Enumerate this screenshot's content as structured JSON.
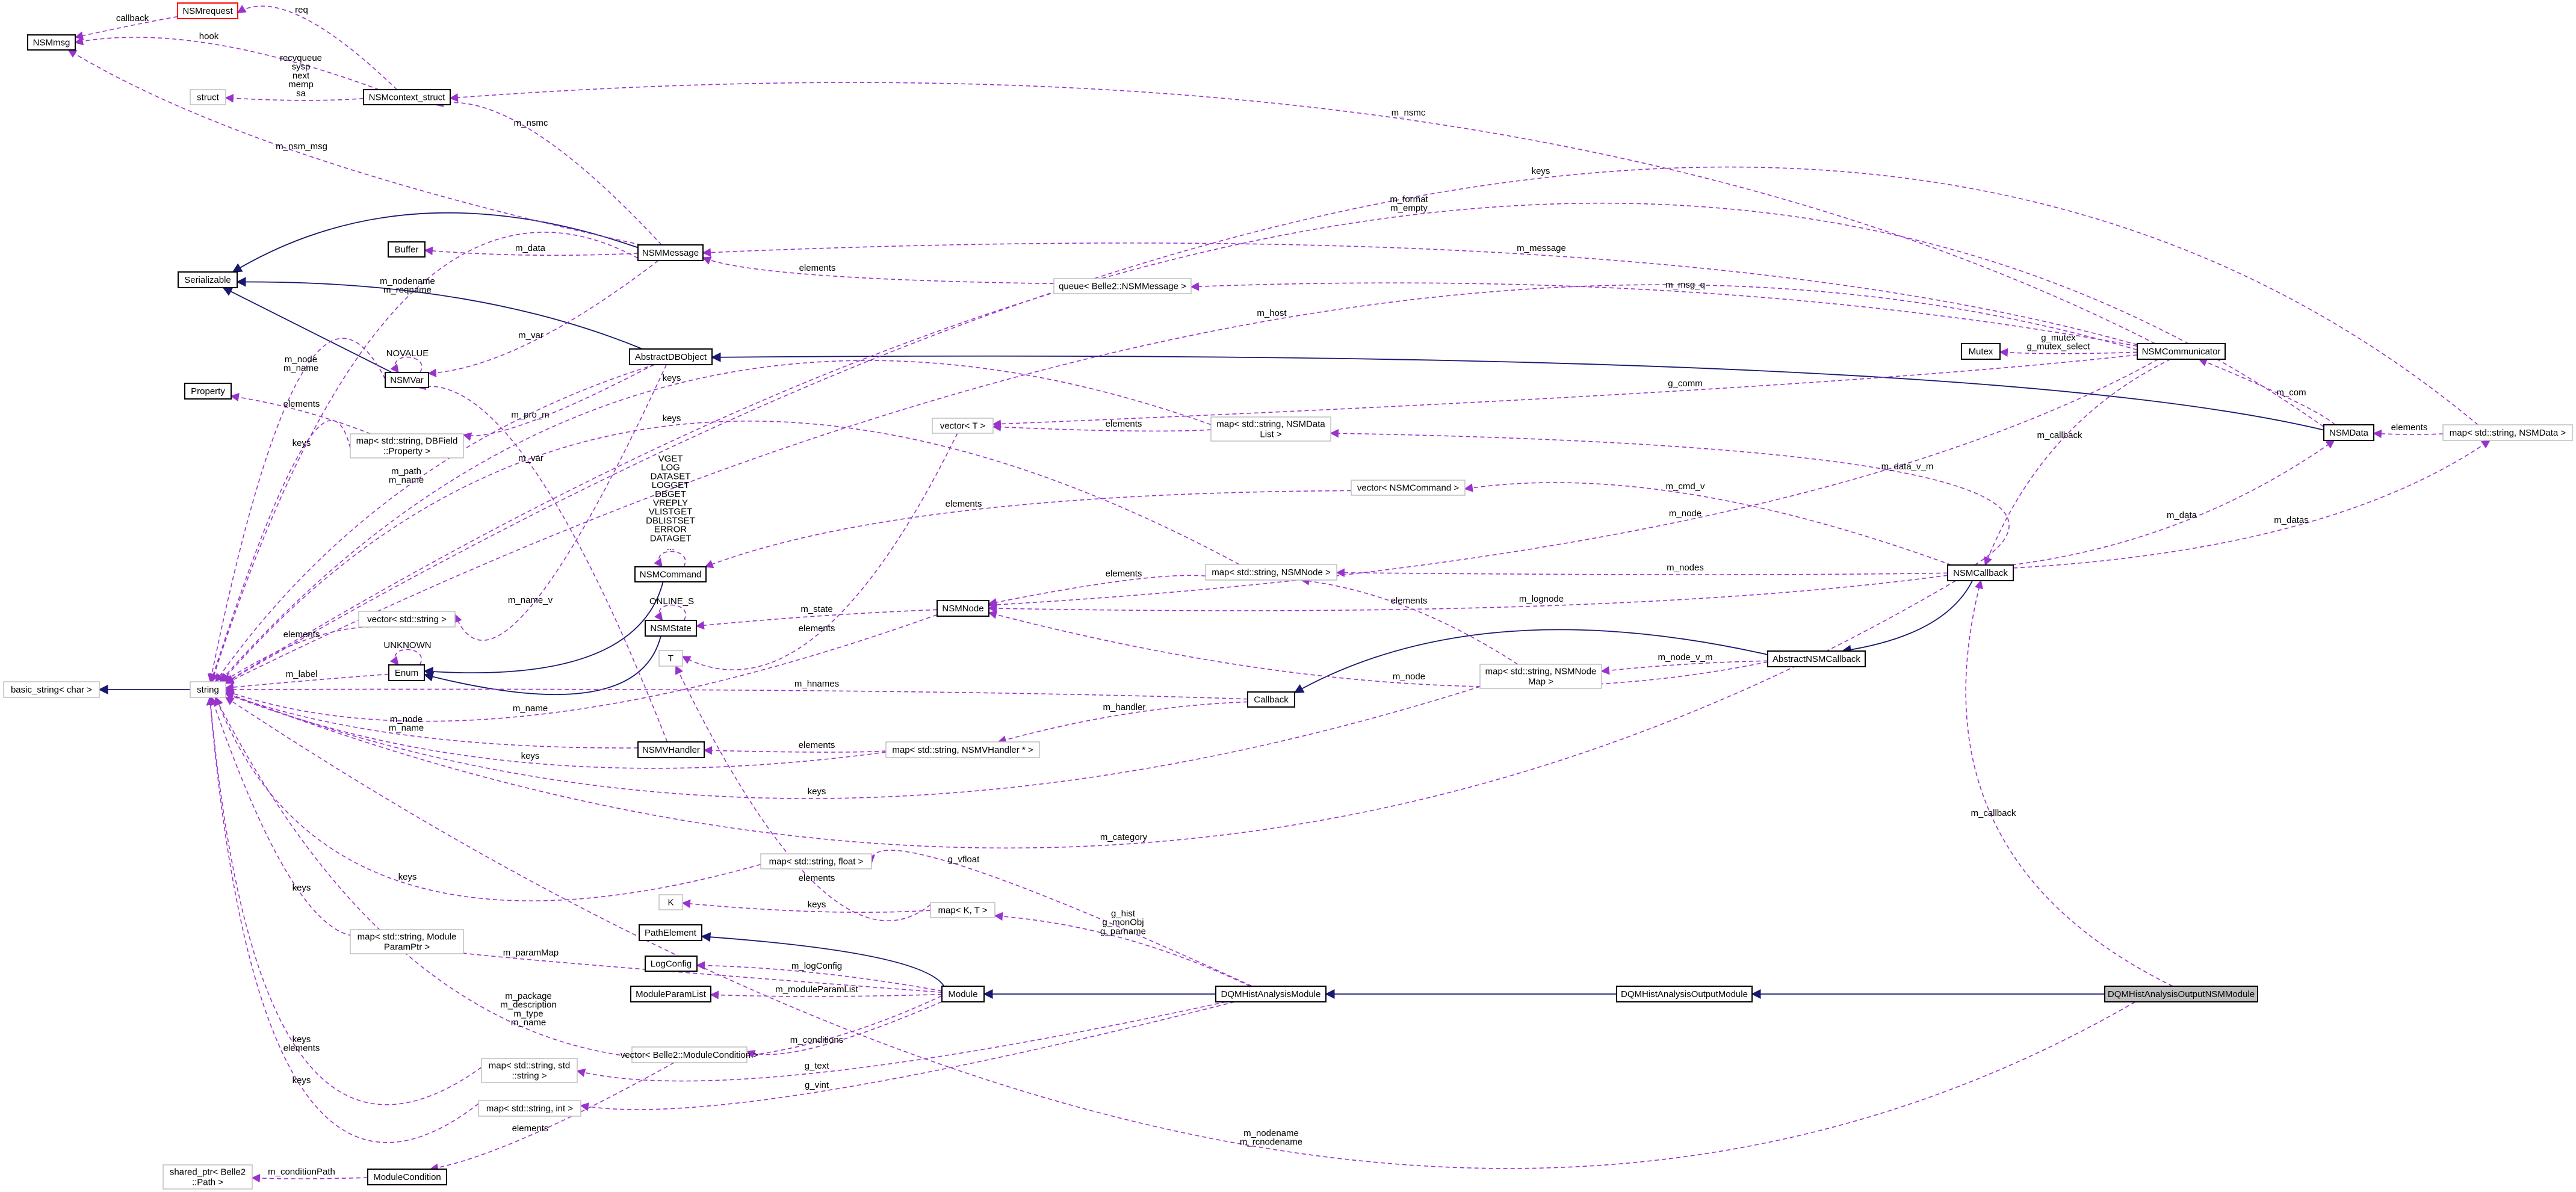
{
  "colors": {
    "usage_edge": "#9a32cd",
    "inheritance_edge": "#191970",
    "documented_border": "#000000",
    "undocumented_border": "#bfbfbf",
    "truncated_border": "#ff0000",
    "highlight_fill": "#bfbfbf"
  },
  "nodes": {
    "NSMrequest": [
      "NSMrequest"
    ],
    "NSMmsg": [
      "NSMmsg"
    ],
    "struct": [
      "struct"
    ],
    "NSMcontext_struct": [
      "NSMcontext_struct"
    ],
    "Buffer": [
      "Buffer"
    ],
    "Serializable": [
      "Serializable"
    ],
    "NSMMessage": [
      "NSMMessage"
    ],
    "NSMVar": [
      "NSMVar"
    ],
    "Property": [
      "Property"
    ],
    "AbstractDBObject": [
      "AbstractDBObject"
    ],
    "map_dbfield": [
      "map< std::string, DBField",
      "::Property >"
    ],
    "vector_string": [
      "vector< std::string >"
    ],
    "Enum": [
      "Enum"
    ],
    "basic_string": [
      "basic_string< char >"
    ],
    "string": [
      "string"
    ],
    "map_paramptr": [
      "map< std::string, Module",
      "ParamPtr >"
    ],
    "map_str_str": [
      "map< std::string, std",
      "::string >"
    ],
    "map_str_int": [
      "map< std::string, int >"
    ],
    "shared_ptr": [
      "shared_ptr< Belle2",
      "::Path >"
    ],
    "ModuleCondition": [
      "ModuleCondition"
    ],
    "queue": [
      "queue< Belle2::NSMMessage >"
    ],
    "vector_T": [
      "vector< T >"
    ],
    "map_datalist": [
      "map< std::string, NSMData",
      "List >"
    ],
    "NSMCommand": [
      "NSMCommand"
    ],
    "map_node": [
      "map< std::string, NSMNode >"
    ],
    "NSMState": [
      "NSMState"
    ],
    "NSMNode": [
      "NSMNode"
    ],
    "T": [
      "T"
    ],
    "NSMVHandler": [
      "NSMVHandler"
    ],
    "map_vhandler": [
      "map< std::string, NSMVHandler * >"
    ],
    "map_float": [
      "map< std::string, float >"
    ],
    "K": [
      "K"
    ],
    "map_KT": [
      "map< K, T >"
    ],
    "PathElement": [
      "PathElement"
    ],
    "LogConfig": [
      "LogConfig"
    ],
    "ModuleParamList": [
      "ModuleParamList"
    ],
    "Module": [
      "Module"
    ],
    "vector_modcond": [
      "vector< Belle2::ModuleCondition >"
    ],
    "DQMHistAnalysisModule": [
      "DQMHistAnalysisModule"
    ],
    "DQMHistAnalysisOutputModule": [
      "DQMHistAnalysisOutputModule"
    ],
    "DQMHistAnalysisOutputNSMModule": [
      "DQMHistAnalysisOutputNSMModule"
    ],
    "vector_cmd": [
      "vector< NSMCommand >"
    ],
    "map_nodemap": [
      "map< std::string, NSMNode",
      "Map >"
    ],
    "Callback": [
      "Callback"
    ],
    "AbstractNSMCallback": [
      "AbstractNSMCallback"
    ],
    "NSMCallback": [
      "NSMCallback"
    ],
    "Mutex": [
      "Mutex"
    ],
    "NSMCommunicator": [
      "NSMCommunicator"
    ],
    "NSMData": [
      "NSMData"
    ],
    "map_nsmdata": [
      "map< std::string, NSMData >"
    ]
  },
  "edge_labels": [
    [
      "callback"
    ],
    [
      "hook"
    ],
    [
      "req"
    ],
    [
      "recvqueue",
      "sysp",
      "next",
      "memp",
      "sa"
    ],
    [
      "m_nsmc"
    ],
    [
      "m_nsm_msg"
    ],
    [
      "m_data"
    ],
    [
      "m_nodename",
      "m_reqname"
    ],
    [
      "m_var"
    ],
    [
      "NOVALUE"
    ],
    [
      "m_node",
      "m_name"
    ],
    [
      "elements"
    ],
    [
      "keys"
    ],
    [
      "m_pro_m"
    ],
    [
      "m_var"
    ],
    [
      "m_path",
      "m_name"
    ],
    [
      "m_name_v"
    ],
    [
      "elements"
    ],
    [
      "UNKNOWN"
    ],
    [
      "m_label"
    ],
    [
      "m_name"
    ],
    [
      "m_node",
      "m_name"
    ],
    [
      "keys"
    ],
    [
      "keys"
    ],
    [
      "keys"
    ],
    [
      "m_paramMap"
    ],
    [
      "m_package",
      "m_description",
      "m_type",
      "m_name"
    ],
    [
      "keys",
      "elements"
    ],
    [
      "keys"
    ],
    [
      "elements"
    ],
    [
      "m_conditionPath"
    ],
    [
      "elements"
    ],
    [
      "keys"
    ],
    [
      "keys"
    ],
    [
      "VGET",
      "LOG",
      "DATASET",
      "LOGGET",
      "DBGET",
      "VREPLY",
      "VLISTGET",
      "DBLISTSET",
      "ERROR",
      "DATAGET",
      "..."
    ],
    [
      "elements"
    ],
    [
      "elements"
    ],
    [
      "elements"
    ],
    [
      "ONLINE_S"
    ],
    [
      "m_state"
    ],
    [
      "elements"
    ],
    [
      "m_hnames"
    ],
    [
      "m_handler"
    ],
    [
      "elements"
    ],
    [
      "keys"
    ],
    [
      "m_category"
    ],
    [
      "g_vfloat"
    ],
    [
      "elements"
    ],
    [
      "keys"
    ],
    [
      "g_hist",
      "g_monObj",
      "g_parname"
    ],
    [
      "m_logConfig"
    ],
    [
      "m_moduleParamList"
    ],
    [
      "m_conditions"
    ],
    [
      "g_text"
    ],
    [
      "g_vint"
    ],
    [
      "m_nodename",
      "m_rcnodename"
    ],
    [
      "m_data_v_m"
    ],
    [
      "m_cmd_v"
    ],
    [
      "m_node"
    ],
    [
      "m_nodes"
    ],
    [
      "elements"
    ],
    [
      "m_lognode"
    ],
    [
      "m_node_v_m"
    ],
    [
      "m_node"
    ],
    [
      "g_mutex",
      "g_mutex_select"
    ],
    [
      "m_com"
    ],
    [
      "m_callback"
    ],
    [
      "m_data"
    ],
    [
      "m_datas"
    ],
    [
      "elements"
    ],
    [
      "m_nsmc"
    ],
    [
      "keys"
    ],
    [
      "m_format",
      "m_empty"
    ],
    [
      "m_message"
    ],
    [
      "m_msg_q"
    ],
    [
      "m_host"
    ],
    [
      "g_comm"
    ],
    [
      "m_callback"
    ]
  ]
}
